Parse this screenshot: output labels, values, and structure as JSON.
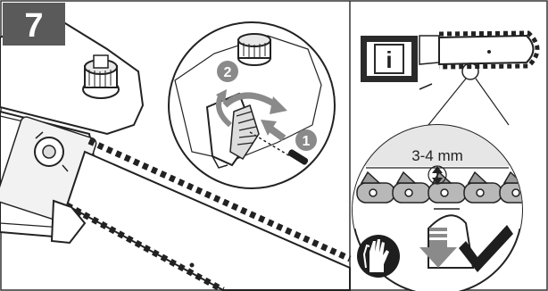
{
  "step": {
    "number": "7",
    "badge_color": "#5a5a5a"
  },
  "left_panel": {
    "callouts": [
      {
        "id": "step-1",
        "label": "1",
        "color": "#8a8a8a"
      },
      {
        "id": "step-2",
        "label": "2",
        "color": "#8a8a8a"
      }
    ],
    "icons": [
      "chain-saw-head-icon",
      "tensioning-screw-icon",
      "screwdriver-icon",
      "rotation-arrow-icon",
      "push-arrow-icon"
    ]
  },
  "right_panel": {
    "info_icon_letter": "i",
    "measurement": "3-4 mm",
    "icons": [
      "info-icon",
      "gloves-icon",
      "pull-down-arrow-icon",
      "check-icon",
      "double-arrow-icon"
    ]
  },
  "colors": {
    "outline": "#222222",
    "panel_border": "#333333",
    "light_gray": "#d9d9d9",
    "mid_gray": "#a9a9a9",
    "dark": "#1e1e1e"
  }
}
